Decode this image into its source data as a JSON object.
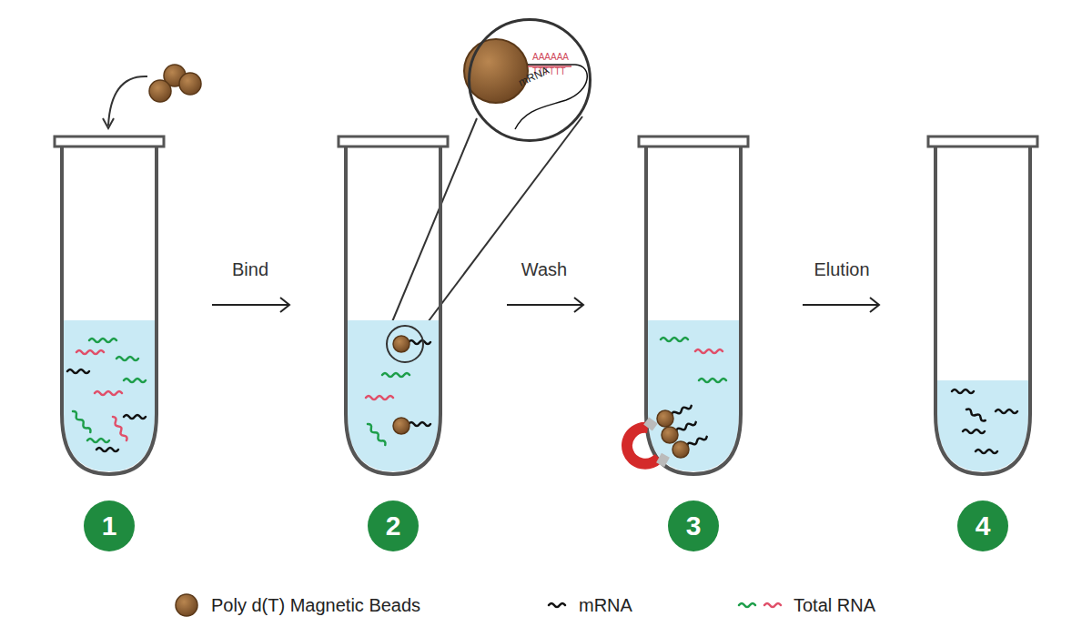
{
  "diagram": {
    "nodes": [
      {
        "text": [
          "AAAAAA",
          "TTTTTT",
          "mRNA"
        ]
      },
      {
        "text": [
          "1"
        ]
      },
      {
        "text": [
          "2"
        ]
      },
      {
        "text": [
          "3"
        ]
      },
      {
        "text": [
          "4"
        ]
      }
    ],
    "labels": [
      "Bind",
      "Wash",
      "Elution"
    ],
    "legend": [
      {
        "text": "Poly d(T) Magnetic Beads"
      },
      {
        "text": "mRNA"
      },
      {
        "text": "Total RNA"
      }
    ]
  }
}
